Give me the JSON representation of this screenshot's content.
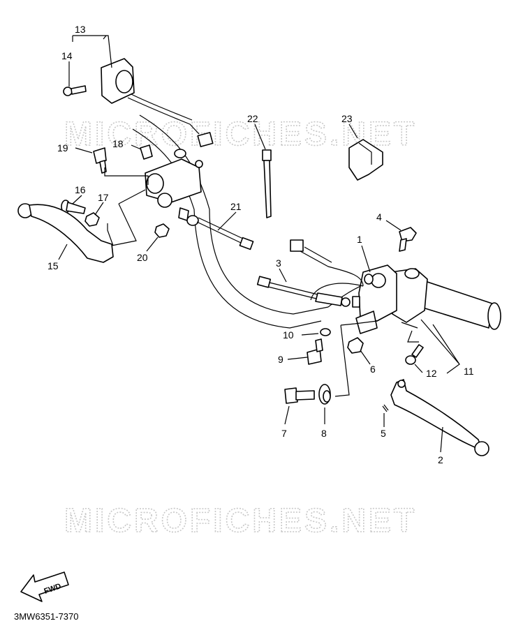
{
  "diagram_code": "3MW6351-7370",
  "watermark": "MICROFICHES.NET",
  "fwd_arrow_label": "FWD",
  "callouts": {
    "c1": "1",
    "c2": "2",
    "c3": "3",
    "c4": "4",
    "c5": "5",
    "c6": "6",
    "c7": "7",
    "c8": "8",
    "c9": "9",
    "c10": "10",
    "c11": "11",
    "c12": "12",
    "c13": "13",
    "c14": "14",
    "c15": "15",
    "c16": "16",
    "c17": "17",
    "c18": "18",
    "c19": "19",
    "c20": "20",
    "c21": "21",
    "c22": "22",
    "c23": "23"
  }
}
